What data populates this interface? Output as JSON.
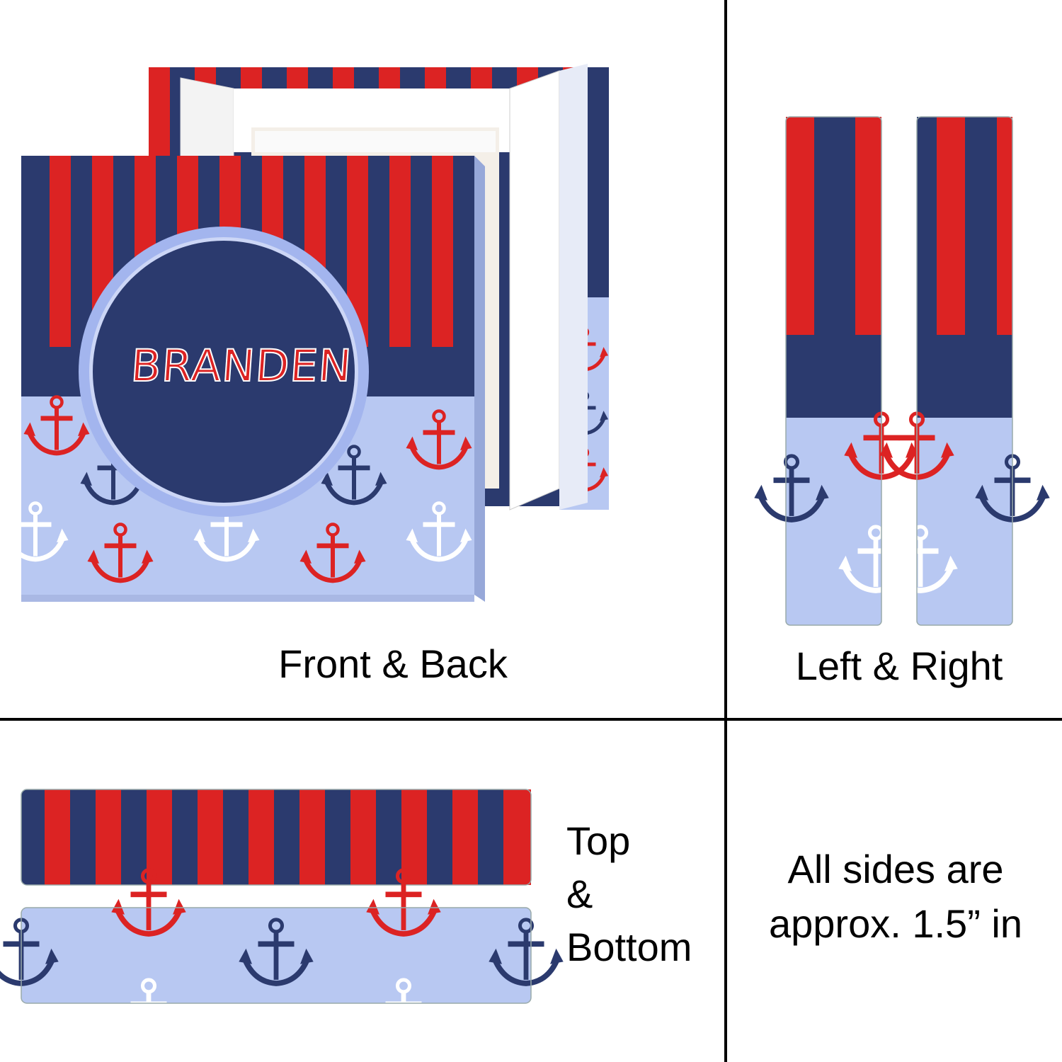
{
  "colors": {
    "navy": "#2b3a6e",
    "red": "#dc2323",
    "light_blue": "#b8c8f2",
    "ring_blue": "#a3b5ee",
    "white": "#ffffff",
    "divider": "#000000"
  },
  "front_back": {
    "name_text": "BRANDEN",
    "caption": "Front & Back"
  },
  "left_right": {
    "caption": "Left & Right"
  },
  "top_bottom": {
    "caption_line1": "Top",
    "caption_line2": "&",
    "caption_line3": "Bottom"
  },
  "note": {
    "line1": "All sides are",
    "line2": "approx. 1.5” in"
  }
}
